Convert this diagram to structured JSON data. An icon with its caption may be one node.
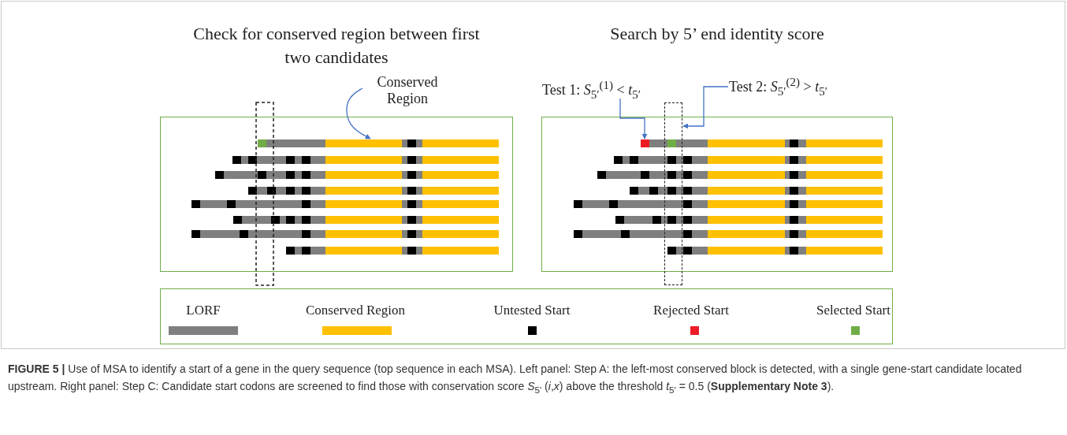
{
  "diagram": {
    "caption": "**FIGURE 5 |** Use of MSA to identify a start of a gene in the query sequence (top sequence in each MSA). Left panel: Step A: the left-most conserved block is detected, with a single gene-start candidate located upstream. Right panel: Step C: Candidate start codons are screened to find those with conservation score *S*$_{5'}$ (*i*,*x*) above the threshold *t*$_{5'}$ = 0.5 (**Supplementary Note 3**).",
    "nodes": [
      {
        "text": [],
        "shape": "box"
      },
      {
        "text": [],
        "shape": "box"
      },
      {
        "text": [
          "Conserved Region"
        ]
      },
      {
        "text": [],
        "shape": "bar",
        "in": 0
      },
      {
        "text": [
          "Test 1: *S*$_{5′}$$^{(1)}$ < *t*$_{5′}$"
        ]
      },
      {
        "text": [],
        "shape": "box",
        "in": 1
      },
      {
        "text": [
          "Test 2: *S*$_{5′}$$^{(2)}$ > *t*$_{5′}$"
        ]
      },
      {
        "text": [],
        "shape": "box"
      }
    ],
    "edges": [
      {
        "from": 2,
        "to": 3,
        "arrow": "to"
      },
      {
        "from": 4,
        "to": 5,
        "arrow": "to"
      },
      {
        "from": 6,
        "to": 7,
        "arrow": "to"
      }
    ],
    "labels": [
      "Check for conserved region between first two candidates",
      "Search by 5’ end identity score"
    ],
    "legend": [
      {
        "text": "LORF",
        "color": "#7f7f7f"
      },
      {
        "text": "Conserved Region",
        "color": "#ffc000"
      },
      {
        "text": "Untested Start",
        "color": "#000000"
      },
      {
        "text": "Rejected Start",
        "color": "#ee1c25"
      },
      {
        "text": "Selected Start",
        "color": "#70ad47"
      }
    ]
  }
}
